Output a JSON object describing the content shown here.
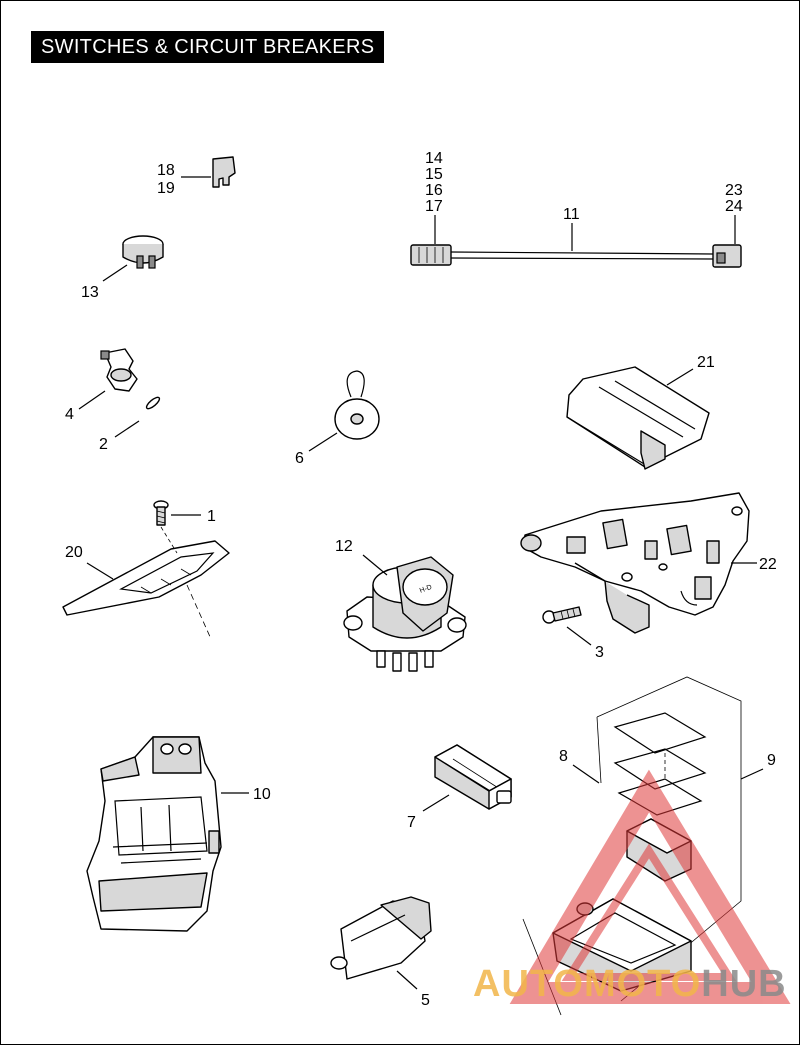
{
  "title": "SWITCHES & CIRCUIT BREAKERS",
  "callouts": {
    "c1": "1",
    "c2": "2",
    "c3": "3",
    "c4": "4",
    "c5": "5",
    "c6": "6",
    "c7": "7",
    "c8": "8",
    "c9": "9",
    "c10": "10",
    "c11": "11",
    "c12": "12",
    "c13": "13",
    "c14": "14",
    "c15": "15",
    "c16": "16",
    "c17": "17",
    "c18": "18",
    "c19": "19",
    "c20": "20",
    "c21": "21",
    "c22": "22",
    "c23": "23",
    "c24": "24"
  },
  "watermark": {
    "part1": "AUTOMOTO",
    "part2": "HUB"
  },
  "colors": {
    "watermark_red": "#e03a3a",
    "watermark_orange": "#f2b64a",
    "watermark_gray": "#8a8a8a"
  }
}
